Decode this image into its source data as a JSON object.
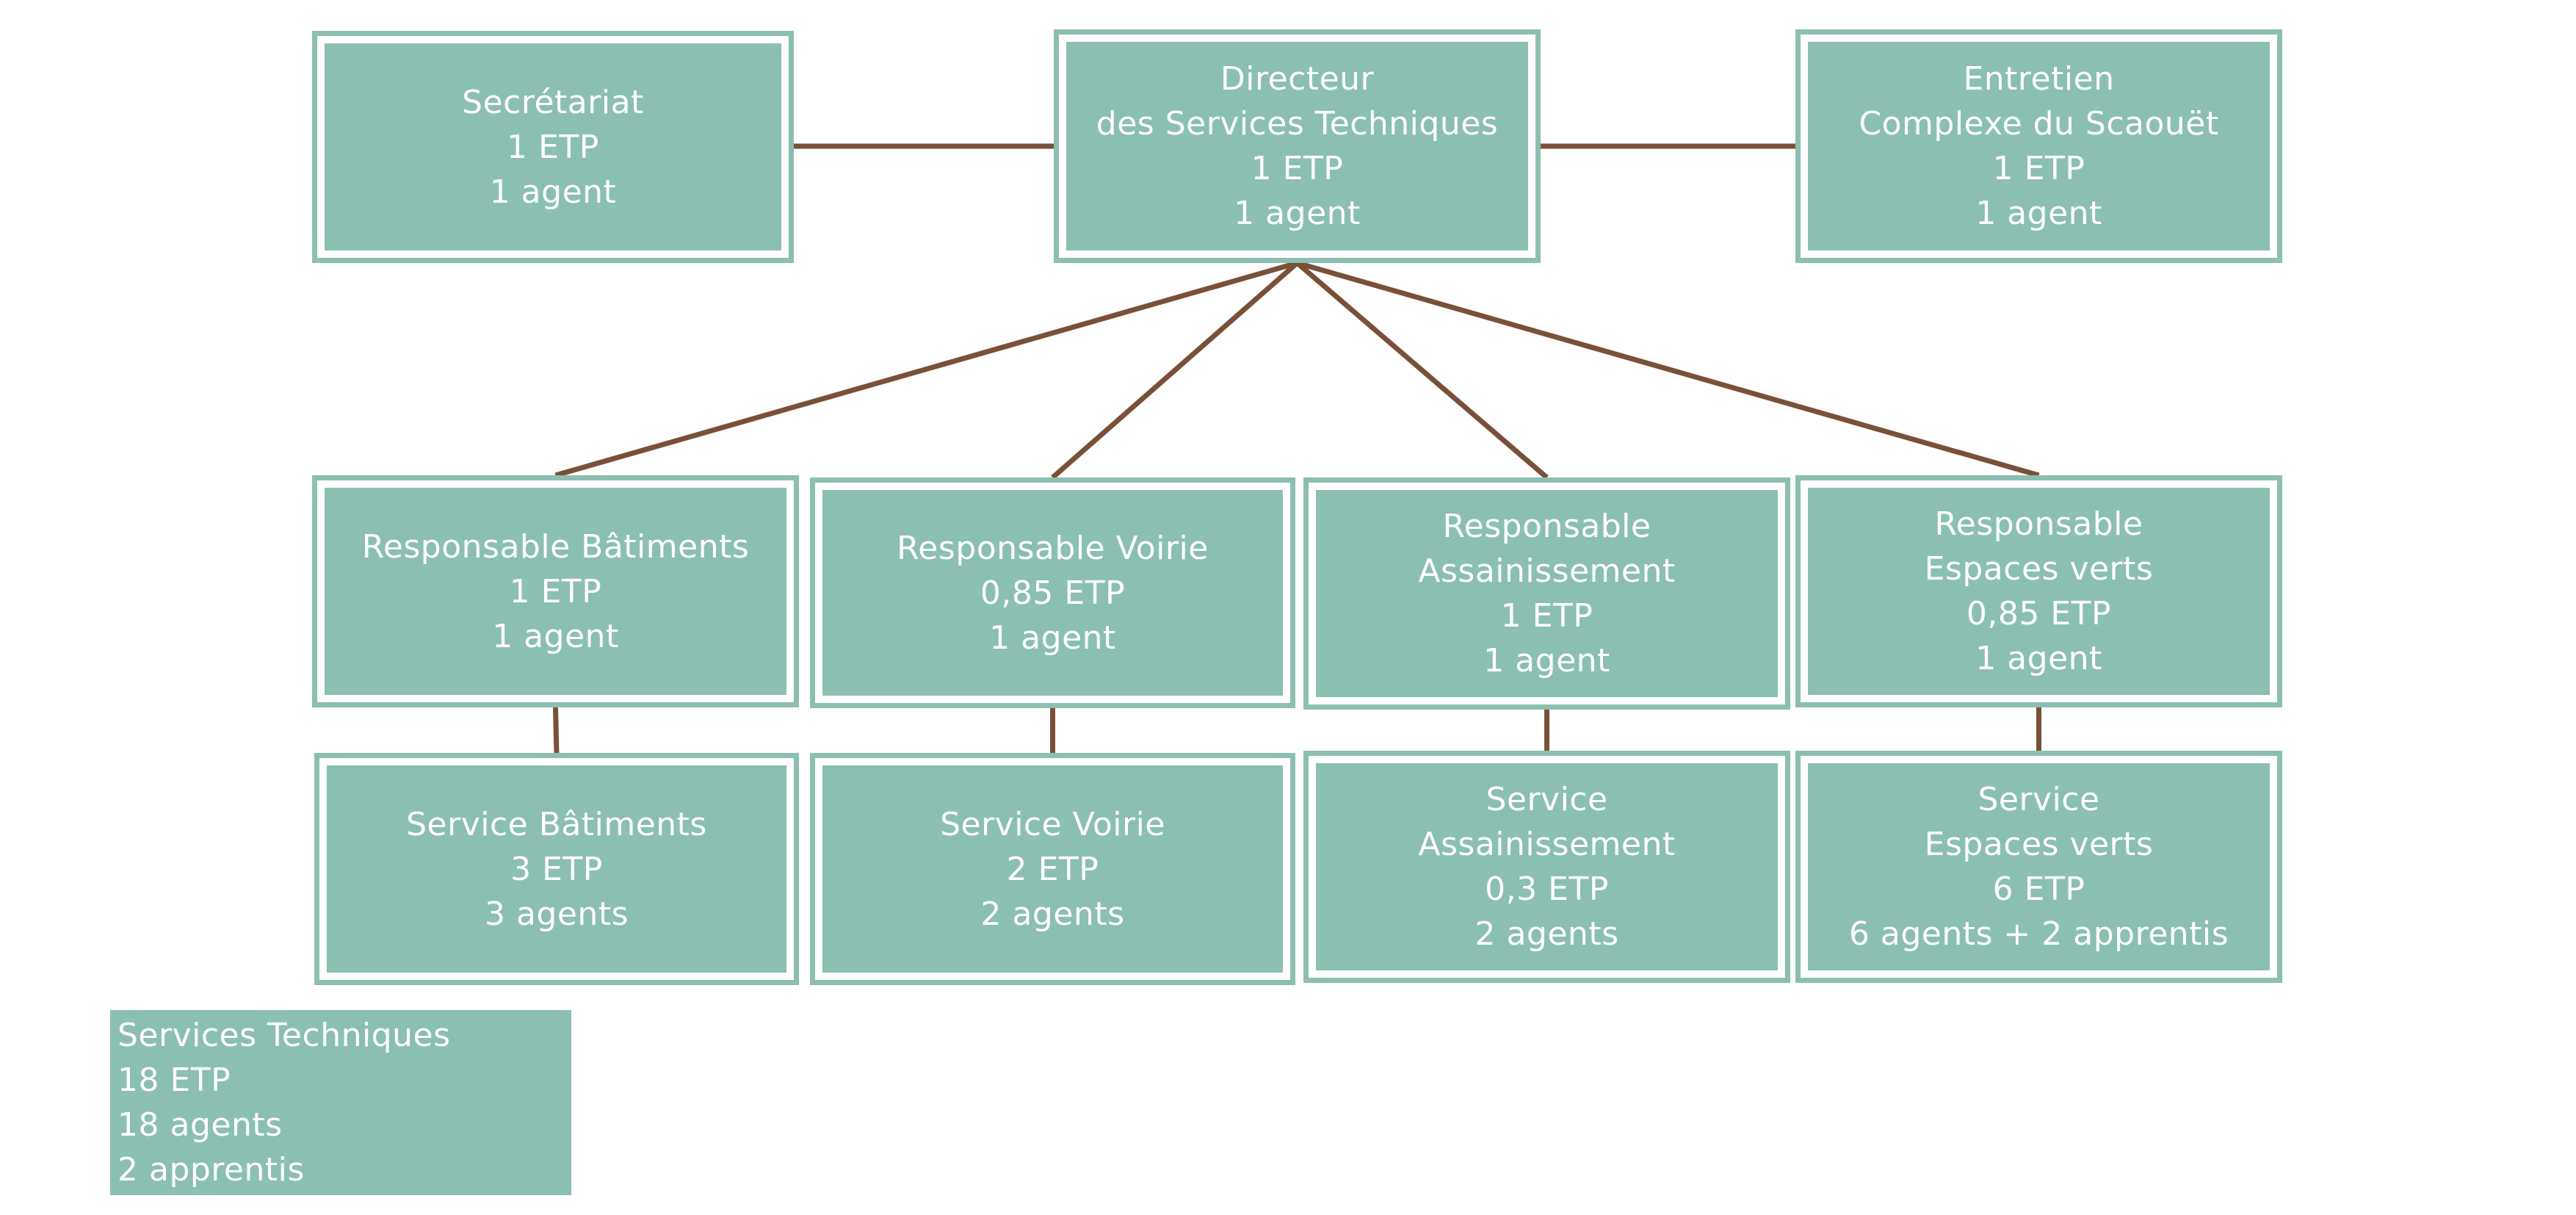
{
  "colors": {
    "box_fill": "#8bbfb2",
    "connector": "#7a5038",
    "text": "#ffffff"
  },
  "nodes": [
    {
      "id": "secretariat",
      "lines": [
        "Secrétariat",
        "1 ETP",
        "1 agent"
      ]
    },
    {
      "id": "directeur",
      "lines": [
        "Directeur",
        "des Services Techniques",
        "1 ETP",
        "1 agent"
      ]
    },
    {
      "id": "entretien",
      "lines": [
        "Entretien",
        "Complexe du Scaouët",
        "1 ETP",
        "1 agent"
      ]
    },
    {
      "id": "resp-batiments",
      "lines": [
        "Responsable Bâtiments",
        "1 ETP",
        "1 agent"
      ]
    },
    {
      "id": "resp-voirie",
      "lines": [
        "Responsable Voirie",
        "0,85 ETP",
        "1 agent"
      ]
    },
    {
      "id": "resp-assainissement",
      "lines": [
        "Responsable",
        "Assainissement",
        "1 ETP",
        "1 agent"
      ]
    },
    {
      "id": "resp-espaces-verts",
      "lines": [
        "Responsable",
        "Espaces verts",
        "0,85 ETP",
        "1 agent"
      ]
    },
    {
      "id": "service-batiments",
      "lines": [
        "Service Bâtiments",
        "3 ETP",
        "3 agents"
      ]
    },
    {
      "id": "service-voirie",
      "lines": [
        "Service Voirie",
        "2 ETP",
        "2 agents"
      ]
    },
    {
      "id": "service-assainissement",
      "lines": [
        "Service",
        "Assainissement",
        "0,3 ETP",
        "2 agents"
      ]
    },
    {
      "id": "service-espaces-verts",
      "lines": [
        "Service",
        "Espaces verts",
        "6 ETP",
        "6 agents + 2 apprentis"
      ]
    }
  ],
  "edges": [
    [
      "directeur",
      "secretariat"
    ],
    [
      "directeur",
      "entretien"
    ],
    [
      "directeur",
      "resp-batiments"
    ],
    [
      "directeur",
      "resp-voirie"
    ],
    [
      "directeur",
      "resp-assainissement"
    ],
    [
      "directeur",
      "resp-espaces-verts"
    ],
    [
      "resp-batiments",
      "service-batiments"
    ],
    [
      "resp-voirie",
      "service-voirie"
    ],
    [
      "resp-assainissement",
      "service-assainissement"
    ],
    [
      "resp-espaces-verts",
      "service-espaces-verts"
    ]
  ],
  "summary": {
    "lines": [
      "Services Techniques",
      "18 ETP",
      "18 agents",
      "2 apprentis"
    ]
  }
}
